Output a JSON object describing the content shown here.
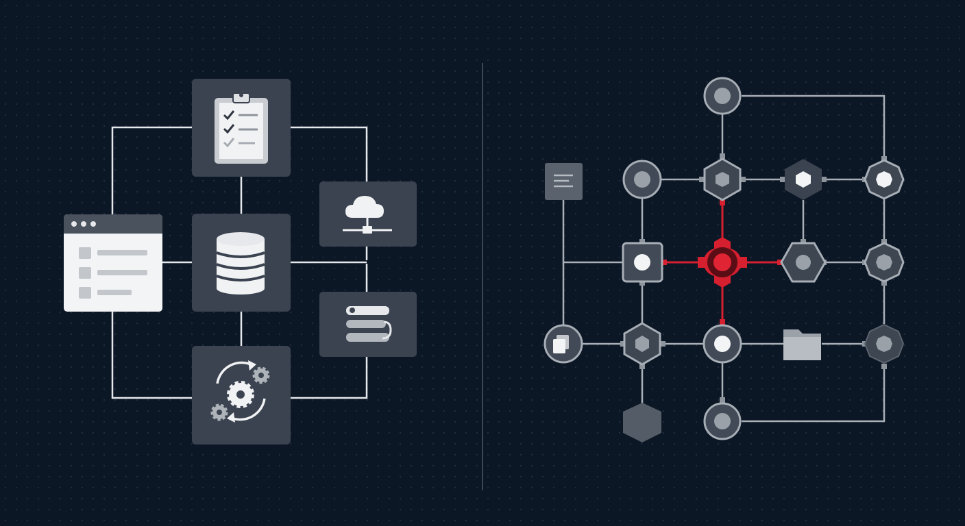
{
  "colors": {
    "background": "#0c1726",
    "tile": "#3b4350",
    "tile_inner": "#5f6671",
    "connector": "#e6e8eb",
    "grid_line": "#aab0b8",
    "node_fill": "#414a56",
    "node_core": "#9aa1a9",
    "highlight": "#d61f2f",
    "divider": "#3c4654"
  },
  "left_diagram": {
    "tiles": [
      {
        "id": "checklist",
        "icon": "clipboard-checklist-icon"
      },
      {
        "id": "cloud",
        "icon": "cloud-network-icon"
      },
      {
        "id": "browser",
        "icon": "browser-window-icon"
      },
      {
        "id": "database",
        "icon": "database-icon"
      },
      {
        "id": "scroll",
        "icon": "scroll-list-icon"
      },
      {
        "id": "gears",
        "icon": "gears-sync-icon"
      }
    ]
  },
  "right_diagram": {
    "highlight_node": "center-hub",
    "icons": [
      "document-icon",
      "folder-icon",
      "copy-files-icon"
    ]
  }
}
